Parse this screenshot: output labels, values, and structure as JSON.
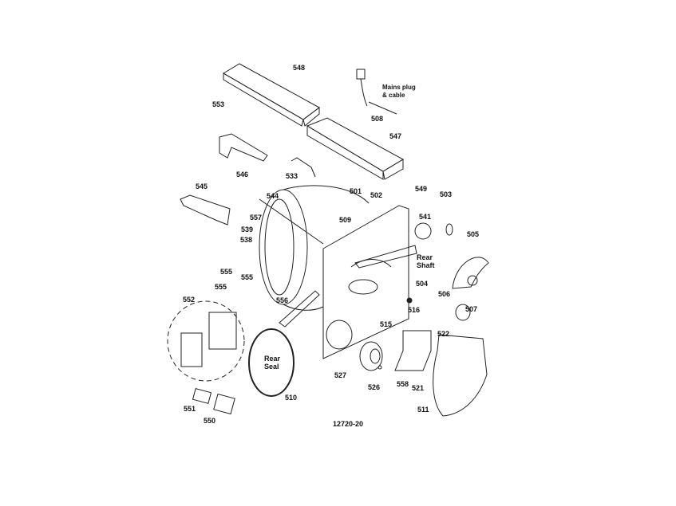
{
  "diagram": {
    "figure_id": "12720-20",
    "notes": {
      "mains_plug_line1": "Mains plug",
      "mains_plug_line2": "& cable",
      "rear_shaft_line1": "Rear",
      "rear_shaft_line2": "Shaft",
      "rear_seal_line1": "Rear",
      "rear_seal_line2": "Seal"
    },
    "callouts": {
      "p548": "548",
      "p553": "553",
      "p508": "508",
      "p547": "547",
      "p546": "546",
      "p533": "533",
      "p545": "545",
      "p501": "501",
      "p502": "502",
      "p549": "549",
      "p503": "503",
      "p544": "544",
      "p557": "557",
      "p509": "509",
      "p541": "541",
      "p505": "505",
      "p539": "539",
      "p538": "538",
      "p555a": "555",
      "p555b": "555",
      "p555c": "555",
      "p504": "504",
      "p556": "556",
      "p506": "506",
      "p516": "516",
      "p507": "507",
      "p552": "552",
      "p515": "515",
      "p522": "522",
      "p527": "527",
      "p526": "526",
      "p558": "558",
      "p521": "521",
      "p510": "510",
      "p511": "511",
      "p551": "551",
      "p550": "550"
    }
  }
}
